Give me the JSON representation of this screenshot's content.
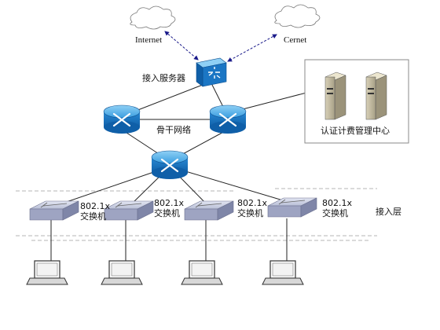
{
  "diagram": {
    "clouds": [
      {
        "label": "Internet"
      },
      {
        "label": "Cernet"
      }
    ],
    "access_server": {
      "label": "接入服务器"
    },
    "backbone": {
      "label": "骨干网络"
    },
    "auth_center": {
      "label": "认证计费管理中心"
    },
    "access_layer": {
      "label": "接入层"
    },
    "access_switches": [
      {
        "line1": "802.1x",
        "line2": "交换机"
      },
      {
        "line1": "802.1x",
        "line2": "交换机"
      },
      {
        "line1": "802.1x",
        "line2": "交换机"
      },
      {
        "line1": "802.1x",
        "line2": "交换机"
      }
    ],
    "colors": {
      "router_blue": "#1e7fc9",
      "router_top": "#5fb3ea",
      "switch_gray": "#b9bfd8",
      "link": "#222222",
      "arrow": "#1a1a8a"
    }
  }
}
